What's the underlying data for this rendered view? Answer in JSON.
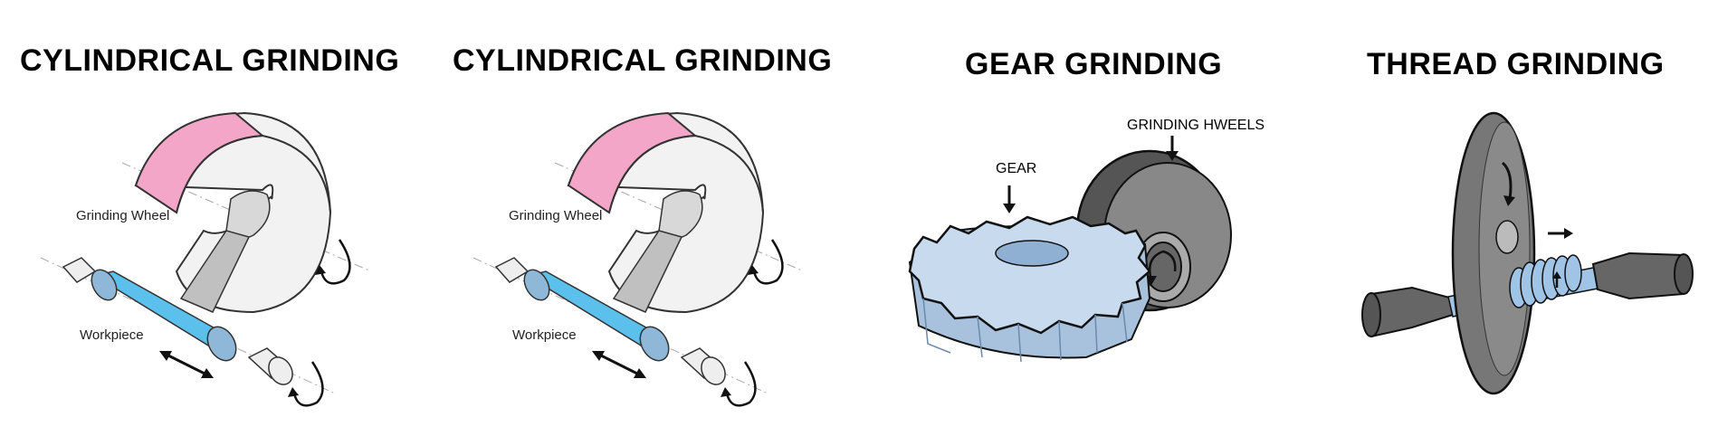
{
  "panels": [
    {
      "title": "CYLINDRICAL GRINDING",
      "labels": {
        "wheel": "Grinding Wheel",
        "workpiece": "Workpiece"
      }
    },
    {
      "title": "CYLINDRICAL GRINDING",
      "labels": {
        "wheel": "Grinding Wheel",
        "workpiece": "Workpiece"
      }
    },
    {
      "title": "GEAR GRINDING",
      "labels": {
        "gear": "GEAR",
        "wheels": "GRINDING HWEELS"
      }
    },
    {
      "title": "THREAD GRINDING"
    }
  ],
  "colors": {
    "wheel_face": "#f4a6c8",
    "wheel_body": "#f2f2f2",
    "workpiece": "#5bc0ec",
    "gear": "#bcd3ea",
    "grinder_dark": "#555555",
    "thread": "#9fc4e6"
  },
  "icons": [
    "rotation-arrow-icon",
    "double-arrow-icon",
    "down-arrow-icon",
    "right-arrow-icon"
  ]
}
